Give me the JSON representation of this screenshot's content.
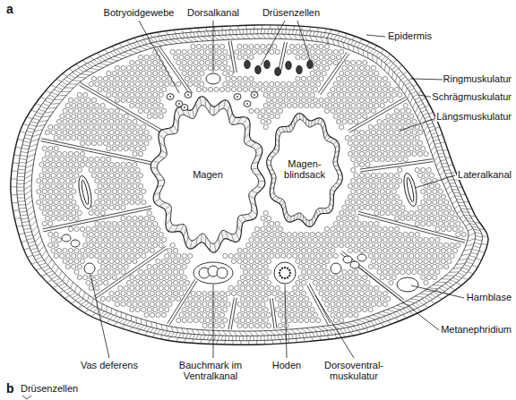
{
  "diagram": {
    "labels": [
      "a",
      "Botryoidgewebe",
      "Dorsalkanal",
      "Drüsenzellen",
      "Epidermis",
      "Ringmuskulatur",
      "Schrägmuskulatur",
      "Längsmuskulatur",
      "Magen",
      "Magen- blindsack",
      "Lateralkanal",
      "Harnblase",
      "Metanephridium",
      "Vas deferens",
      "Bauchmark im Ventralkanal",
      "Hoden",
      "Dorsoventral- muskulatur",
      "b",
      "Drüsenzellen"
    ]
  }
}
